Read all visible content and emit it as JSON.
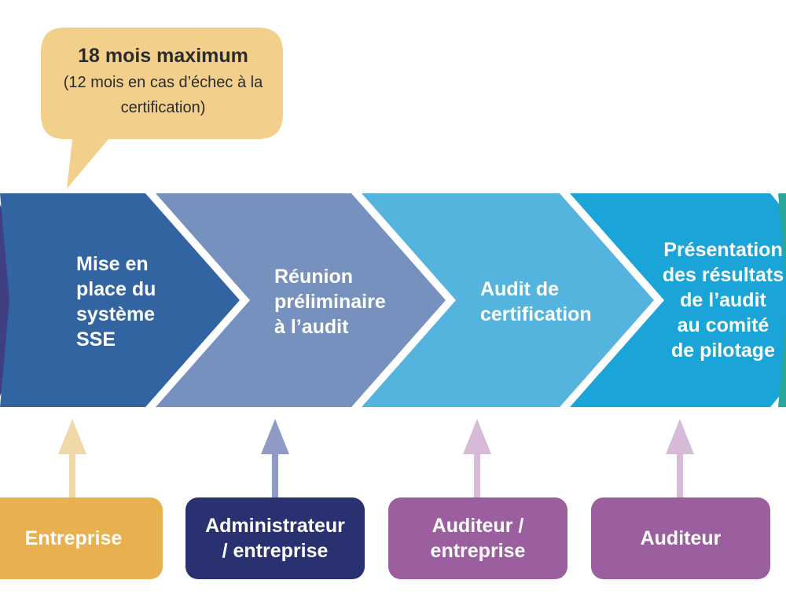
{
  "callout": {
    "title": "18 mois maximum",
    "subtitle": "(12 mois en cas d’échec à la certification)",
    "color": "#f3cf8c"
  },
  "steps": [
    {
      "label": "",
      "color": "#3f3f82"
    },
    {
      "label": "Mise en\nplace du\nsystème\nSSE",
      "color": "#3264a2"
    },
    {
      "label": "Réunion\npréliminaire\nà l’audit",
      "color": "#7691bd"
    },
    {
      "label": "Audit de\ncertification",
      "color": "#55b4de"
    },
    {
      "label": "Présentation\ndes résultats\nde l’audit\nau comité\nde pilotage",
      "color": "#1aa4d8"
    },
    {
      "label": "",
      "color": "#2aa79a"
    }
  ],
  "actors": [
    {
      "label": "Entreprise",
      "color": "#e8b04e",
      "arrow_color": "#f0d9a6"
    },
    {
      "label": "Administrateur\n/ entreprise",
      "color": "#2a3170",
      "arrow_color": "#8f9bc6"
    },
    {
      "label": "Auditeur /\nentreprise",
      "color": "#9b5e9e",
      "arrow_color": "#d6bad8"
    },
    {
      "label": "Auditeur",
      "color": "#9b5e9e",
      "arrow_color": "#d6bad8"
    }
  ]
}
